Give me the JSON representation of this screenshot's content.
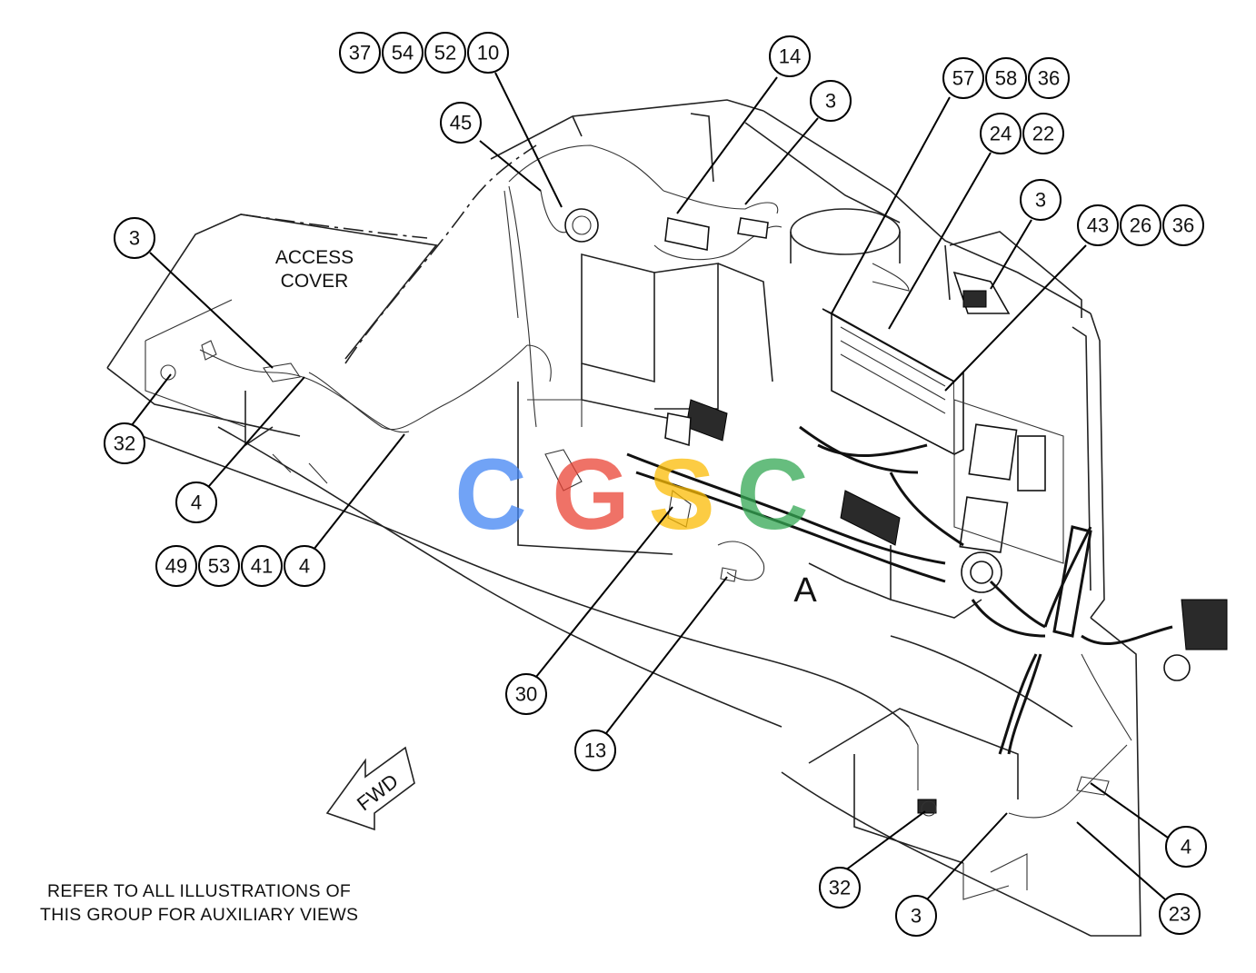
{
  "labels": {
    "access_cover_line1": "ACCESS",
    "access_cover_line2": "COVER",
    "view_letter": "A",
    "fwd_arrow": "FWD",
    "note_line1": "REFER TO ALL ILLUSTRATIONS OF",
    "note_line2": "THIS GROUP FOR AUXILIARY VIEWS"
  },
  "watermark": {
    "letters": [
      "C",
      "G",
      "S",
      "C"
    ],
    "colors": [
      "#4285f4",
      "#ea4335",
      "#fbbc05",
      "#34a853"
    ]
  },
  "callouts": [
    {
      "id": "c-37",
      "text": "37"
    },
    {
      "id": "c-54",
      "text": "54"
    },
    {
      "id": "c-52",
      "text": "52"
    },
    {
      "id": "c-10",
      "text": "10"
    },
    {
      "id": "c-14",
      "text": "14"
    },
    {
      "id": "c-45",
      "text": "45"
    },
    {
      "id": "c-3-top",
      "text": "3"
    },
    {
      "id": "c-57",
      "text": "57"
    },
    {
      "id": "c-58",
      "text": "58"
    },
    {
      "id": "c-36-top",
      "text": "36"
    },
    {
      "id": "c-24",
      "text": "24"
    },
    {
      "id": "c-22",
      "text": "22"
    },
    {
      "id": "c-3-right",
      "text": "3"
    },
    {
      "id": "c-43",
      "text": "43"
    },
    {
      "id": "c-26",
      "text": "26"
    },
    {
      "id": "c-36-right",
      "text": "36"
    },
    {
      "id": "c-3-left",
      "text": "3"
    },
    {
      "id": "c-32-left",
      "text": "32"
    },
    {
      "id": "c-4-left",
      "text": "4"
    },
    {
      "id": "c-49",
      "text": "49"
    },
    {
      "id": "c-53",
      "text": "53"
    },
    {
      "id": "c-41",
      "text": "41"
    },
    {
      "id": "c-4-mid",
      "text": "4"
    },
    {
      "id": "c-30",
      "text": "30"
    },
    {
      "id": "c-13",
      "text": "13"
    },
    {
      "id": "c-4-right",
      "text": "4"
    },
    {
      "id": "c-32-bottom",
      "text": "32"
    },
    {
      "id": "c-3-bottom",
      "text": "3"
    },
    {
      "id": "c-23",
      "text": "23"
    }
  ]
}
